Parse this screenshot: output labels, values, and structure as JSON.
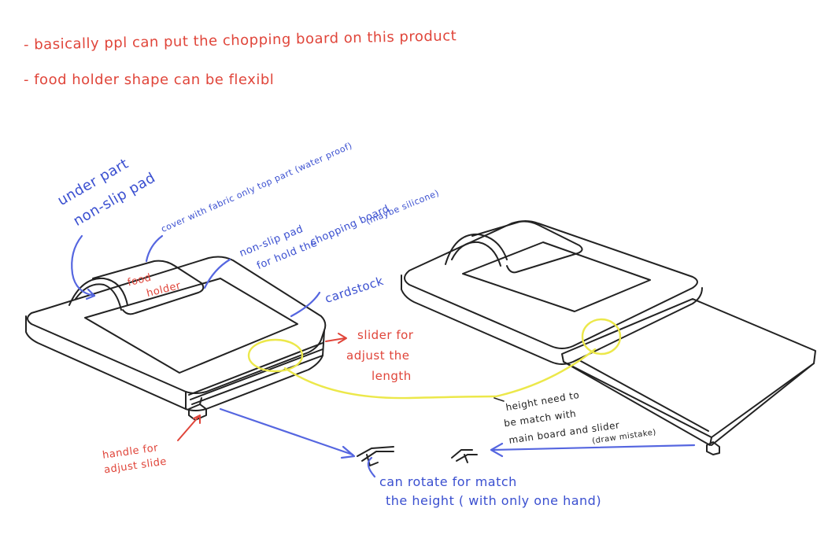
{
  "colors": {
    "note_red": "#e0453a",
    "note_blue": "#3a4fd0",
    "highlight_yellow": "#ece84a",
    "arrow_blue": "#5566e0",
    "line_black": "#222222"
  },
  "notes": {
    "line1": "- basically ppl can put the chopping board on this product",
    "line2": "- food holder shape can be flexibl"
  },
  "labels": {
    "under_part": "under part",
    "non_slip_pad_under": "non-slip pad",
    "cover": "cover with fabric only top part (water proof)",
    "pad_hold_1": "non-slip pad",
    "pad_hold_2": "for hold the",
    "pad_hold_3": "chopping board",
    "pad_hold_4": "(maybe silicone)",
    "food": "food",
    "holder": "holder",
    "cardstock": "cardstock",
    "slider_1": "slider for",
    "slider_2": "adjust the",
    "slider_3": "length",
    "height_1": "height need to",
    "height_2": "be match with",
    "height_3": "main board and slider",
    "height_4": "(draw mistake)",
    "handle_1": "handle for",
    "handle_2": "adjust slide",
    "rotate_1": "can rotate for match",
    "rotate_2": "the height ( with only one hand)"
  }
}
